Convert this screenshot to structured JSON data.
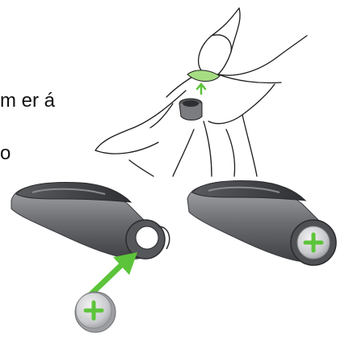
{
  "text_fragments": [
    "m er á",
    "o"
  ],
  "illustration": {
    "top_panel": "hand-inserting-battery-into-hearing-aid",
    "bottom_left_panel": "hearing-aid-battery-door-open-with-battery-and-arrow",
    "bottom_right_panel": "hearing-aid-battery-door-closed-with-battery"
  },
  "colors": {
    "accent_green": "#5cc43a",
    "tip_green": "#a6dd83",
    "device_dark": "#4a4b4f",
    "device_mid": "#8e9095",
    "battery_silver": "#d5d6d8",
    "line": "#1c1c1c"
  }
}
